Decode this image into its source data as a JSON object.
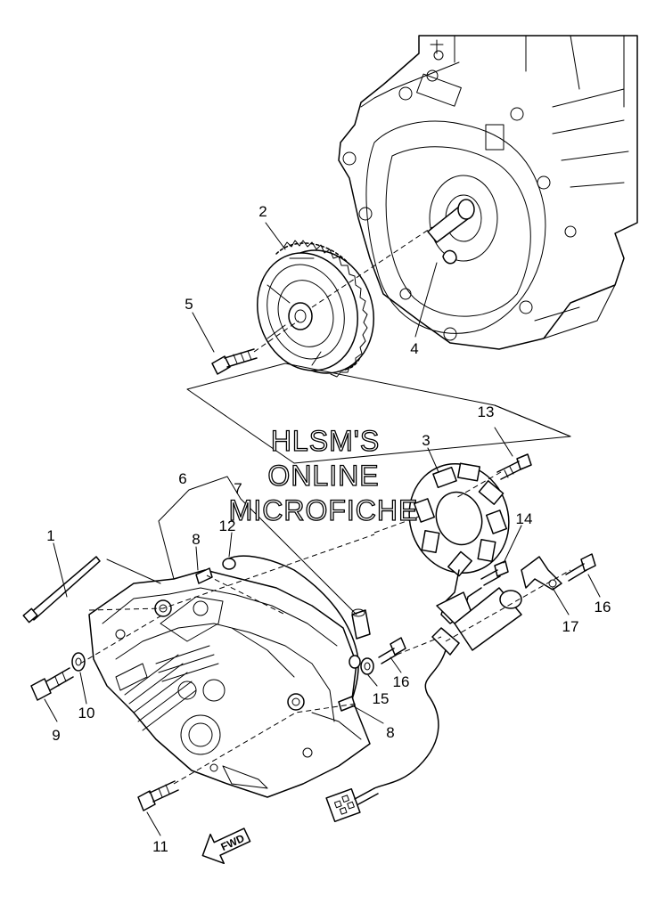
{
  "watermark": {
    "line1": "HLSM'S",
    "line2": "ONLINE",
    "line3": "MICROFICHE"
  },
  "direction_arrow_label": "FWD",
  "callouts": {
    "c1": "1",
    "c2": "2",
    "c3": "3",
    "c4": "4",
    "c5": "5",
    "c6": "6",
    "c7": "7",
    "c8a": "8",
    "c8b": "8",
    "c9": "9",
    "c10": "10",
    "c11": "11",
    "c12": "12",
    "c13": "13",
    "c14": "14",
    "c15": "15",
    "c16a": "16",
    "c16b": "16",
    "c17": "17"
  }
}
